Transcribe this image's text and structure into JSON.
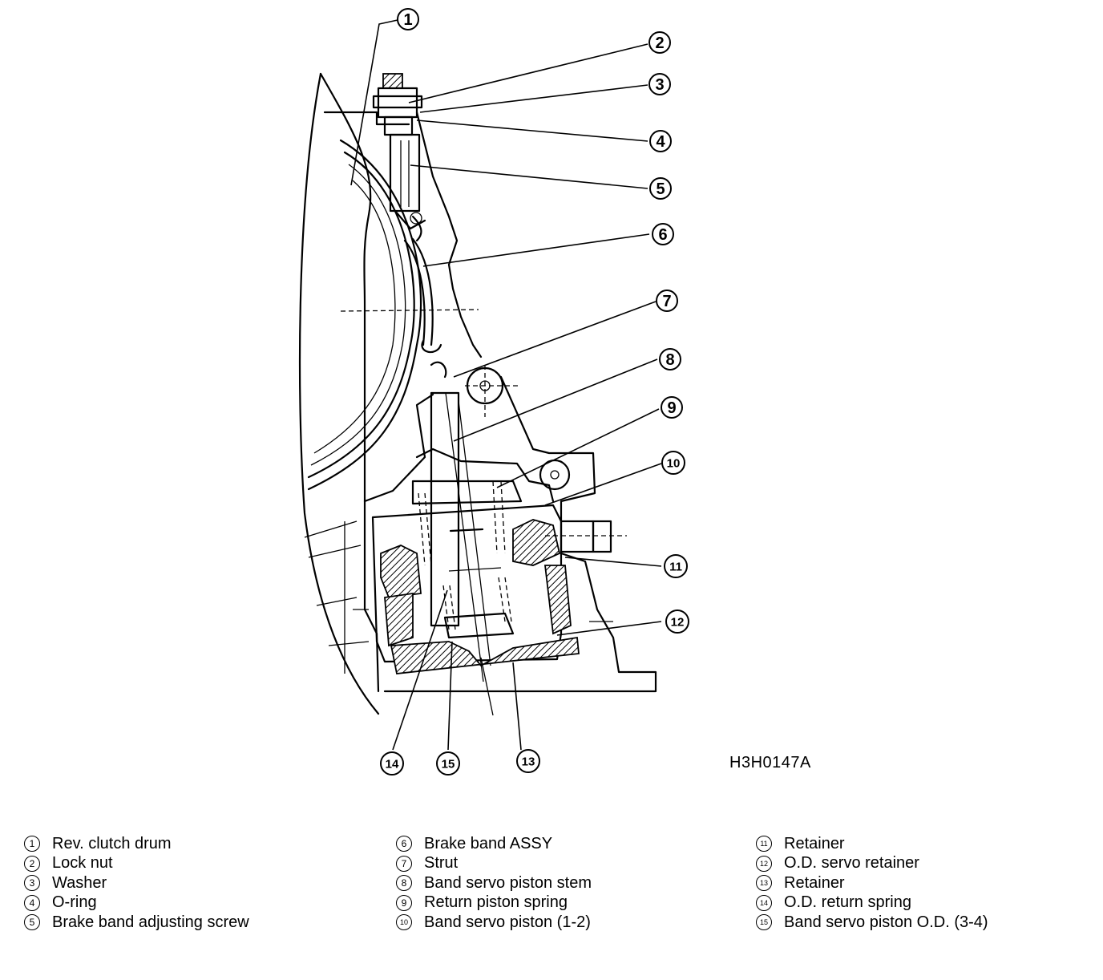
{
  "figure_code": "H3H0147A",
  "callouts": [
    "1",
    "2",
    "3",
    "4",
    "5",
    "6",
    "7",
    "8",
    "9",
    "10",
    "11",
    "12",
    "13",
    "14",
    "15"
  ],
  "legend": {
    "col1": [
      {
        "num": "1",
        "label": "Rev. clutch drum"
      },
      {
        "num": "2",
        "label": "Lock nut"
      },
      {
        "num": "3",
        "label": "Washer"
      },
      {
        "num": "4",
        "label": "O-ring"
      },
      {
        "num": "5",
        "label": "Brake band adjusting screw"
      }
    ],
    "col2": [
      {
        "num": "6",
        "label": "Brake band ASSY"
      },
      {
        "num": "7",
        "label": "Strut"
      },
      {
        "num": "8",
        "label": "Band servo piston stem"
      },
      {
        "num": "9",
        "label": "Return piston spring"
      },
      {
        "num": "10",
        "label": "Band servo piston (1-2)"
      }
    ],
    "col3": [
      {
        "num": "11",
        "label": "Retainer"
      },
      {
        "num": "12",
        "label": "O.D. servo retainer"
      },
      {
        "num": "13",
        "label": "Retainer"
      },
      {
        "num": "14",
        "label": "O.D. return spring"
      },
      {
        "num": "15",
        "label": "Band servo piston O.D. (3-4)"
      }
    ]
  }
}
